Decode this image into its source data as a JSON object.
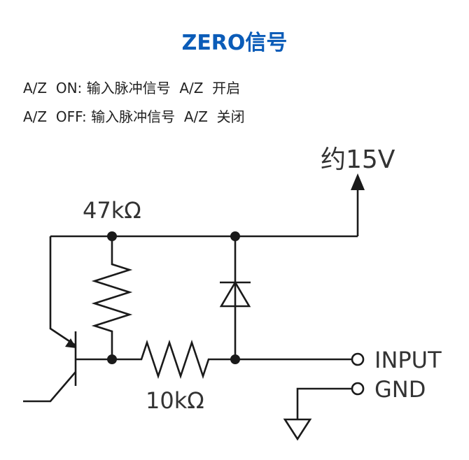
{
  "header": {
    "title": "ZERO信号"
  },
  "description": {
    "line_on": "A/Z  ON: 输入脉冲信号  A/Z  开启",
    "line_off": "A/Z  OFF: 输入脉冲信号  A/Z  关闭"
  },
  "circuit": {
    "supply_label": "约15V",
    "resistor_top_label": "47kΩ",
    "resistor_bottom_label": "10kΩ",
    "terminal_input_label": "INPUT",
    "terminal_gnd_label": "GND"
  },
  "colors": {
    "title": "#0b5cb8",
    "wire": "#1a1a1a",
    "text": "#222222"
  }
}
